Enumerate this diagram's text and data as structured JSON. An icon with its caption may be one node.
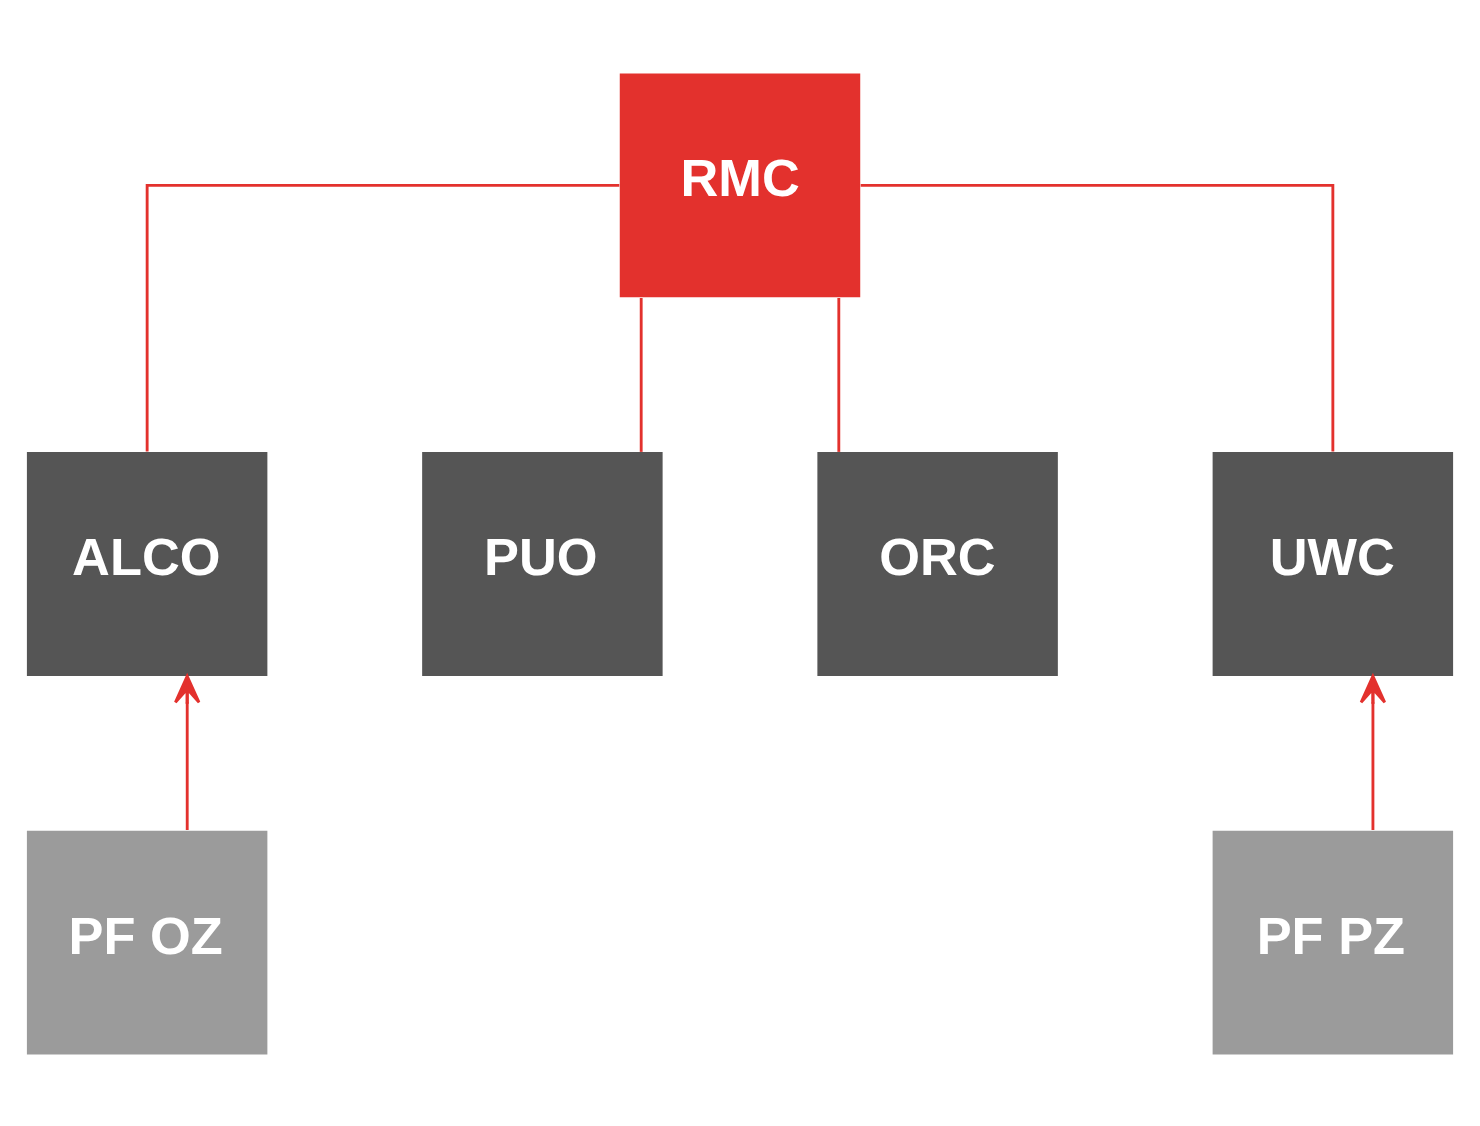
{
  "diagram": {
    "nodes": [
      {
        "text": [
          "RMC"
        ]
      },
      {
        "text": [
          "ALCO"
        ]
      },
      {
        "text": [
          "PUO"
        ]
      },
      {
        "text": [
          "ORC"
        ]
      },
      {
        "text": [
          "UWC"
        ]
      },
      {
        "text": [
          "PF OZ"
        ]
      },
      {
        "text": [
          "PF PZ"
        ]
      }
    ],
    "edges": [
      {
        "from": 0,
        "to": 1,
        "arrow": "none"
      },
      {
        "from": 0,
        "to": 2,
        "arrow": "none"
      },
      {
        "from": 0,
        "to": 3,
        "arrow": "none"
      },
      {
        "from": 0,
        "to": 4,
        "arrow": "none"
      },
      {
        "from": 5,
        "to": 1,
        "arrow": "to"
      },
      {
        "from": 6,
        "to": 4,
        "arrow": "to"
      }
    ]
  }
}
